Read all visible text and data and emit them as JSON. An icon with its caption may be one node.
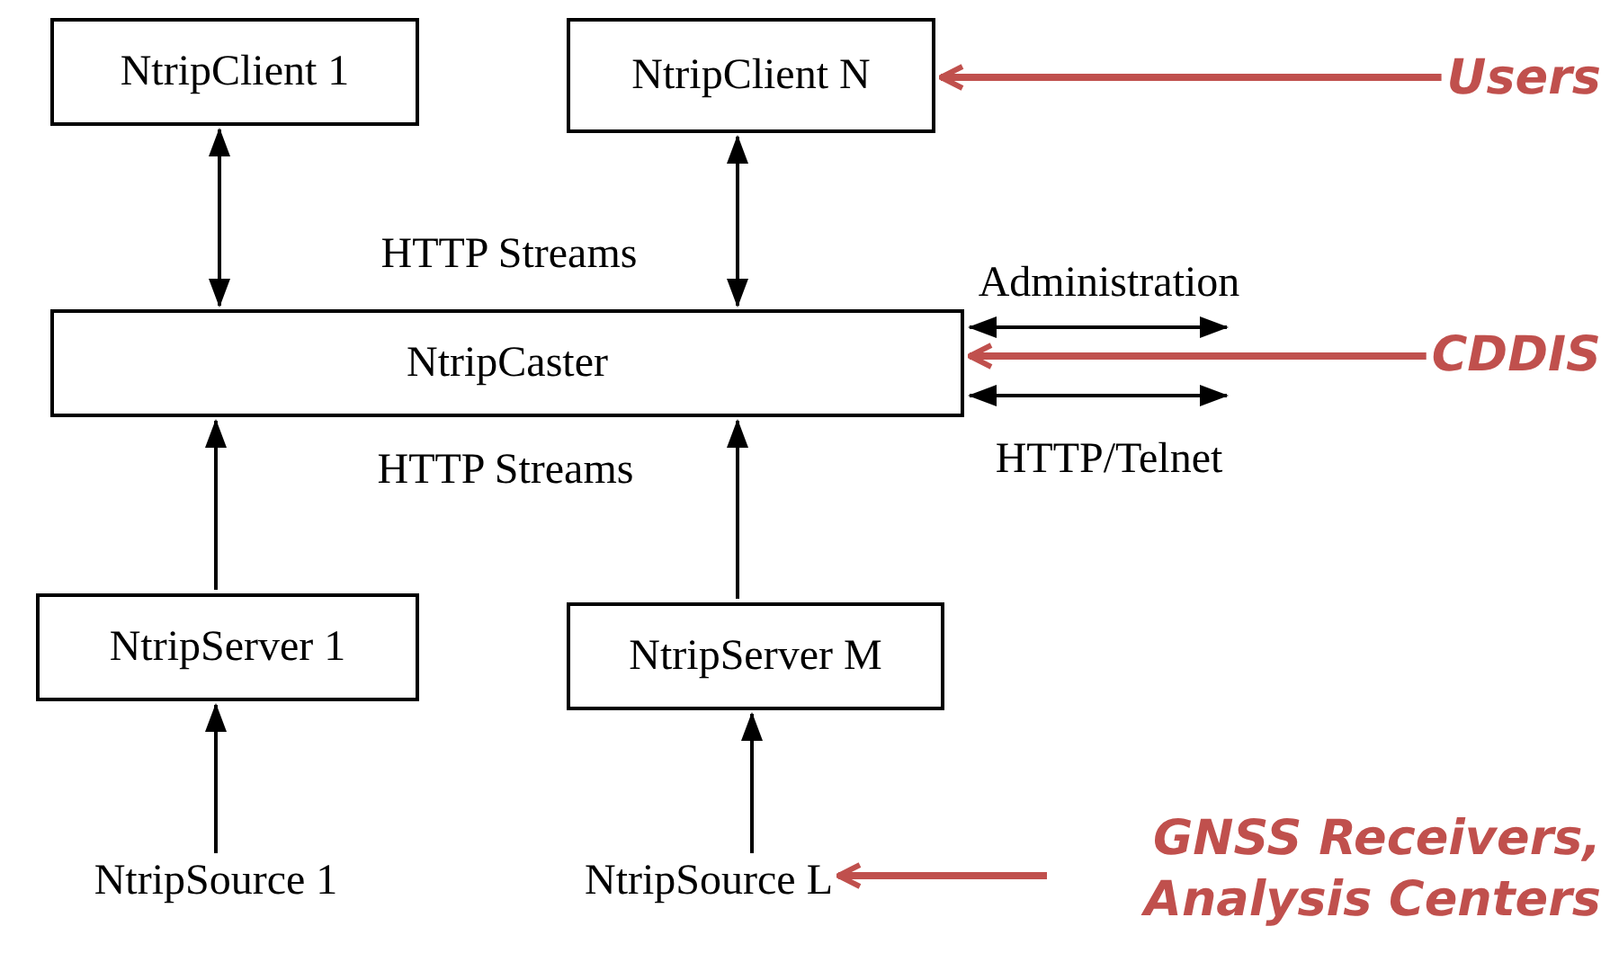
{
  "diagram": {
    "nodes": [
      {
        "text": [
          "NtripClient 1"
        ]
      },
      {
        "text": [
          "NtripClient N"
        ]
      },
      {
        "text": [
          "NtripCaster"
        ]
      },
      {
        "text": [
          "NtripServer 1"
        ]
      },
      {
        "text": [
          "NtripServer M"
        ]
      },
      {
        "text": [
          "NtripSource 1"
        ]
      },
      {
        "text": [
          "NtripSource L"
        ]
      },
      {
        "text": [
          "Users"
        ]
      },
      {
        "text": [
          "CDDIS"
        ]
      },
      {
        "text": [
          "GNSS Receivers, Analysis Centers"
        ]
      }
    ],
    "edges": [
      {
        "from": 0,
        "to": 2,
        "arrow": "both"
      },
      {
        "from": 1,
        "to": 2,
        "arrow": "both"
      },
      {
        "from": 3,
        "to": 2,
        "arrow": "to"
      },
      {
        "from": 4,
        "to": 2,
        "arrow": "to"
      },
      {
        "from": 5,
        "to": 3,
        "arrow": "to"
      },
      {
        "from": 6,
        "to": 4,
        "arrow": "to"
      },
      {
        "from": 2,
        "to": null,
        "arrow": "both",
        "label": "Administration"
      },
      {
        "from": 2,
        "to": null,
        "arrow": "both",
        "label": "HTTP/Telnet"
      },
      {
        "from": 7,
        "to": 1,
        "arrow": "to",
        "style": "thick",
        "color": "#c0504d"
      },
      {
        "from": 8,
        "to": 2,
        "arrow": "to",
        "style": "thick",
        "color": "#c0504d"
      },
      {
        "from": 9,
        "to": 6,
        "arrow": "to",
        "style": "thick",
        "color": "#c0504d"
      }
    ],
    "labels": [
      "HTTP Streams",
      "HTTP Streams"
    ]
  }
}
